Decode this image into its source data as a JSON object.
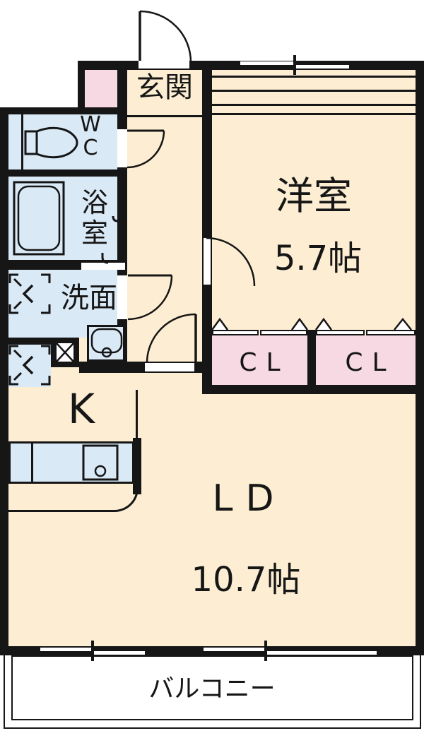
{
  "plan": {
    "rooms": {
      "genkan": {
        "label": "玄関"
      },
      "western_room": {
        "label": "洋室",
        "size": "5.7帖"
      },
      "wc": {
        "line1": "W",
        "line2": "C"
      },
      "bath": {
        "line1": "浴",
        "line2": "室"
      },
      "washroom": {
        "label": "洗面"
      },
      "kitchen": {
        "label": "K"
      },
      "living_dining": {
        "label": "LD",
        "size": "10.7帖"
      },
      "closet_left": {
        "label": "CL"
      },
      "closet_right": {
        "label": "CL"
      },
      "balcony": {
        "label": "バルコニー"
      }
    },
    "colors": {
      "wall": "#161616",
      "floor_cream": "#fdeed3",
      "wet_area_blue": "#d9e9f6",
      "closet_pink": "#f7d9e3",
      "balcony_white": "#ffffff"
    }
  }
}
